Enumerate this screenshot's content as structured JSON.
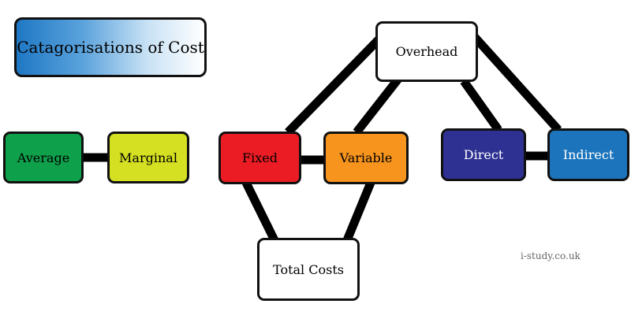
{
  "title": "Catagorisations of Cost",
  "credit": "i-study.co.uk",
  "nodes": {
    "average": {
      "label": "Average",
      "color": "#0fa04b",
      "text_color": "#000000"
    },
    "marginal": {
      "label": "Marginal",
      "color": "#d4e021",
      "text_color": "#000000"
    },
    "fixed": {
      "label": "Fixed",
      "color": "#ec1c24",
      "text_color": "#000000"
    },
    "variable": {
      "label": "Variable",
      "color": "#f7941d",
      "text_color": "#000000"
    },
    "overhead": {
      "label": "Overhead",
      "color": "#ffffff",
      "text_color": "#000000"
    },
    "direct": {
      "label": "Direct",
      "color": "#2e3192",
      "text_color": "#ffffff"
    },
    "indirect": {
      "label": "Indirect",
      "color": "#1c75bc",
      "text_color": "#ffffff"
    },
    "total": {
      "label": "Total Costs",
      "color": "#ffffff",
      "text_color": "#000000"
    }
  },
  "connections": [
    [
      "average",
      "marginal"
    ],
    [
      "fixed",
      "variable"
    ],
    [
      "direct",
      "indirect"
    ],
    [
      "fixed",
      "overhead"
    ],
    [
      "variable",
      "overhead"
    ],
    [
      "overhead",
      "direct"
    ],
    [
      "overhead",
      "indirect"
    ],
    [
      "fixed",
      "total"
    ],
    [
      "variable",
      "total"
    ]
  ]
}
